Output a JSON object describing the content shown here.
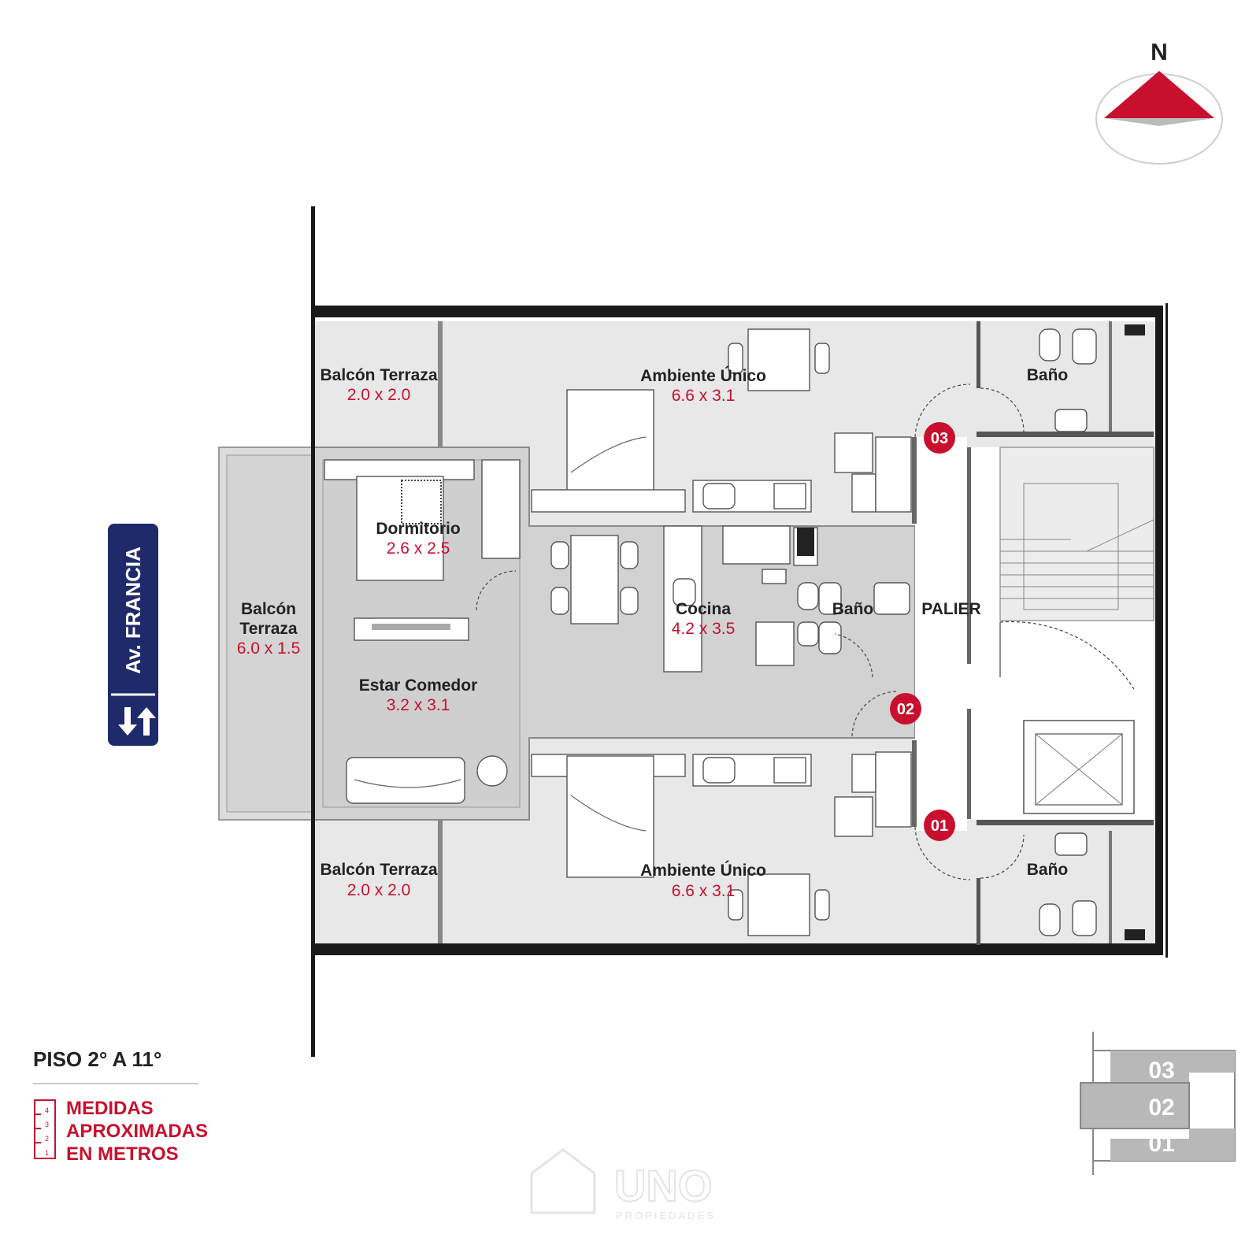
{
  "compass": {
    "label": "N"
  },
  "street": {
    "name": "Av. FRANCIA",
    "icon": "two-way-arrows-icon"
  },
  "rooms": {
    "balcon_top": {
      "name": "Balcón Terraza",
      "dims": "2.0 x 2.0"
    },
    "ambiente_top": {
      "name": "Ambiente Único",
      "dims": "6.6 x 3.1"
    },
    "bano_top": {
      "name": "Baño"
    },
    "dormitorio": {
      "name": "Dormitorio",
      "dims": "2.6 x 2.5"
    },
    "balcon_left_l1": "Balcón",
    "balcon_left_l2": "Terraza",
    "balcon_left_dims": "6.0 x 1.5",
    "cocina": {
      "name": "Cocina",
      "dims": "4.2 x 3.5"
    },
    "bano_mid": {
      "name": "Baño"
    },
    "palier": {
      "name": "PALIER"
    },
    "estar": {
      "name": "Estar Comedor",
      "dims": "3.2 x 3.1"
    },
    "balcon_bottom": {
      "name": "Balcón Terraza",
      "dims": "2.0 x 2.0"
    },
    "ambiente_bottom": {
      "name": "Ambiente Único",
      "dims": "6.6 x 3.1"
    },
    "bano_bottom": {
      "name": "Baño"
    }
  },
  "unit_markers": [
    "03",
    "02",
    "01"
  ],
  "floor": {
    "title": "PISO 2° A 11°"
  },
  "note": {
    "line1": "MEDIDAS",
    "line2": "APROXIMADAS",
    "line3": "EN METROS",
    "ruler": [
      "4",
      "3",
      "2",
      "1"
    ]
  },
  "key_plan": {
    "units": [
      "03",
      "02",
      "01"
    ]
  },
  "watermark": {
    "brand": "UNO",
    "sub": "PROPIEDADES"
  },
  "colors": {
    "accent": "#c8102e",
    "navy": "#1f2a6b",
    "room_fill": "#e6e6e6",
    "wall": "#1a1a1a"
  }
}
